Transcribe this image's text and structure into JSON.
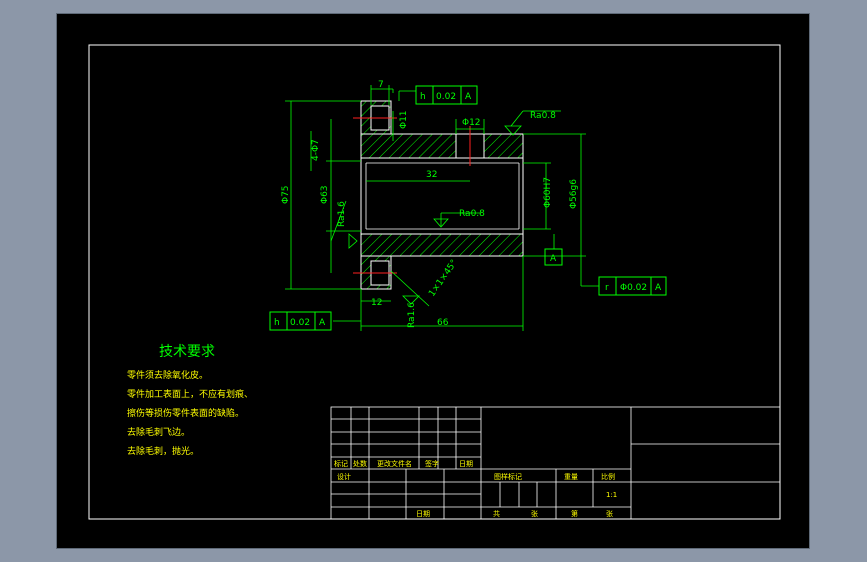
{
  "colors": {
    "background": "#000000",
    "window": "#8c97a8",
    "outline": "#ffffff",
    "dimension": "#00ff00",
    "centerline": "#ff2020",
    "hatch": "#00ff00",
    "notes": "#ffff00"
  },
  "dimensions": {
    "d7": "7",
    "h_tol_top": "h",
    "tol_value_top": "0.02",
    "datum_ref_top": "A",
    "roughness_top": "Ra0.8",
    "phi11": "Φ11",
    "phi12": "Φ12",
    "hole_4phi7": "4-Φ7",
    "phi75": "Φ75",
    "phi63": "Φ63",
    "ra16_left": "Ra1.6",
    "d32": "32",
    "ra08_mid": "Ra0.8",
    "phi60h7": "Φ60H7",
    "phi56g6": "Φ56g6",
    "datum_A": "A",
    "chamfer": "1×1×45°",
    "runout_sym": "r",
    "runout_value": "Φ0.02",
    "runout_ref": "A",
    "d12": "12",
    "ra16_bottom": "Ra1.6",
    "h_tol_bottom": "h",
    "tol_value_bottom": "0.02",
    "datum_ref_bottom": "A",
    "d66": "66"
  },
  "notes": {
    "title": "技术要求",
    "lines": [
      "零件须去除氧化皮。",
      "零件加工表面上，不应有划痕、",
      "擦伤等损伤零件表面的缺陷。",
      "去除毛刺飞边。",
      "去除毛刺，抛光。"
    ]
  },
  "title_block": {
    "mark": "标记",
    "count": "处数",
    "change_doc": "更改文件名",
    "sign": "签字",
    "date": "日期",
    "design": "设计",
    "stage_mark": "图样标记",
    "weight": "重量",
    "scale": "比例",
    "scale_value": "1:1",
    "date2": "日期",
    "total": "共",
    "sheet": "张",
    "no": "第",
    "sheet2": "张"
  }
}
